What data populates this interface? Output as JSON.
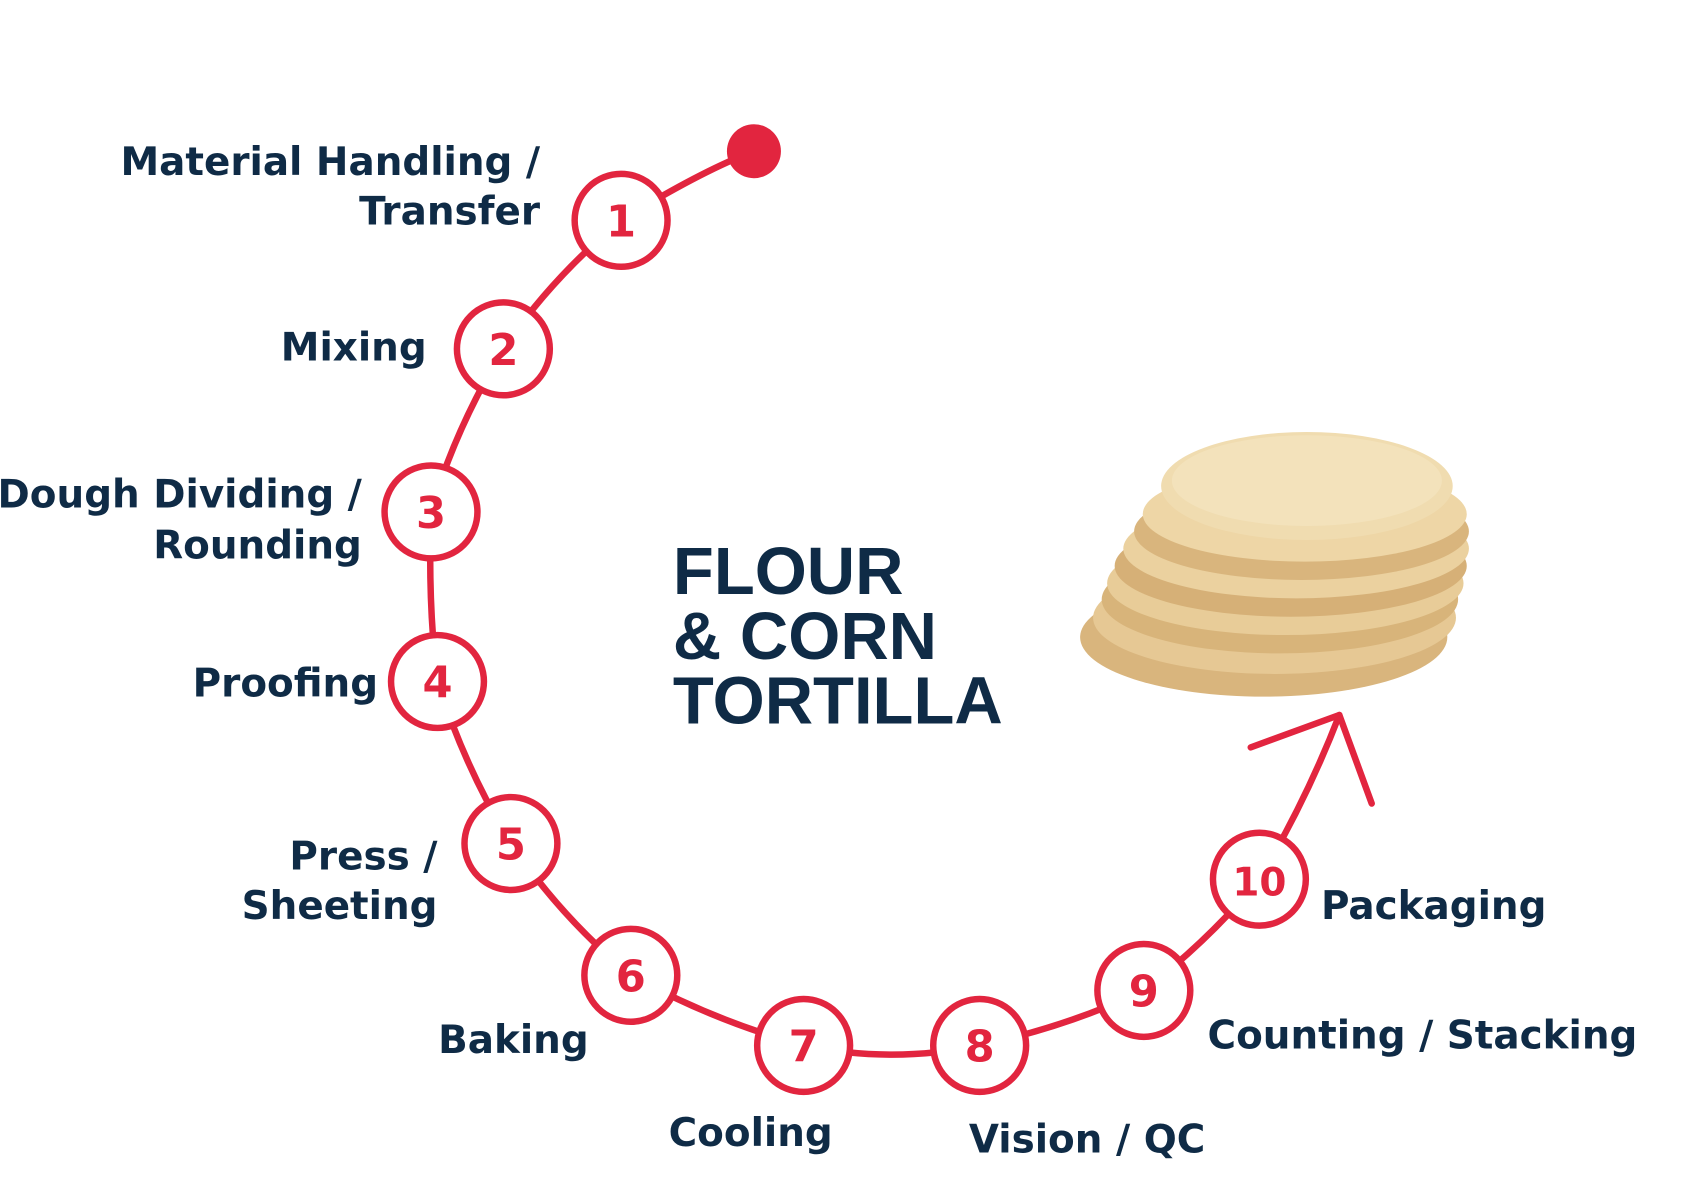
{
  "title": {
    "line1": "FLOUR",
    "line2": "& CORN",
    "line3": "TORTILLA"
  },
  "colors": {
    "accent": "#e2253f",
    "text": "#0f2b46"
  },
  "steps": [
    {
      "num": "1",
      "line1": "Material Handling /",
      "line2": "Transfer"
    },
    {
      "num": "2",
      "line1": "Mixing"
    },
    {
      "num": "3",
      "line1": "Dough Dividing /",
      "line2": "Rounding"
    },
    {
      "num": "4",
      "line1": "Proofing"
    },
    {
      "num": "5",
      "line1": "Press /",
      "line2": "Sheeting"
    },
    {
      "num": "6",
      "line1": "Baking"
    },
    {
      "num": "7",
      "line1": "Cooling"
    },
    {
      "num": "8",
      "line1": "Vision / QC"
    },
    {
      "num": "9",
      "line1": "Counting / Stacking"
    },
    {
      "num": "10",
      "line1": "Packaging"
    }
  ],
  "image": {
    "icon": "tortilla-stack-image"
  }
}
